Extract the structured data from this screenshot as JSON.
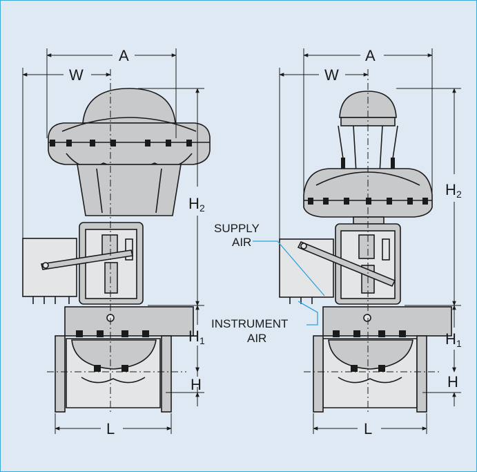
{
  "colors": {
    "background": "#dfe9f3",
    "border": "#39a8d8",
    "body_fill": "#c8c9cb",
    "body_fill_light": "#e4e5e6",
    "line": "#1a1a1a",
    "callout": "#2aa3dc"
  },
  "left_view": {
    "dim_a": "A",
    "dim_w": "W",
    "dim_h2": "H",
    "dim_h2_sub": "2",
    "dim_h1": "H",
    "dim_h1_sub": "1",
    "dim_h": "H",
    "dim_l": "L"
  },
  "right_view": {
    "dim_a": "A",
    "dim_w": "W",
    "dim_h2": "H",
    "dim_h2_sub": "2",
    "dim_h1": "H",
    "dim_h1_sub": "1",
    "dim_h": "H",
    "dim_l": "L",
    "callout_supply_line1": "SUPPLY",
    "callout_supply_line2": "AIR",
    "callout_instrument_line1": "INSTRUMENT",
    "callout_instrument_line2": "AIR"
  }
}
